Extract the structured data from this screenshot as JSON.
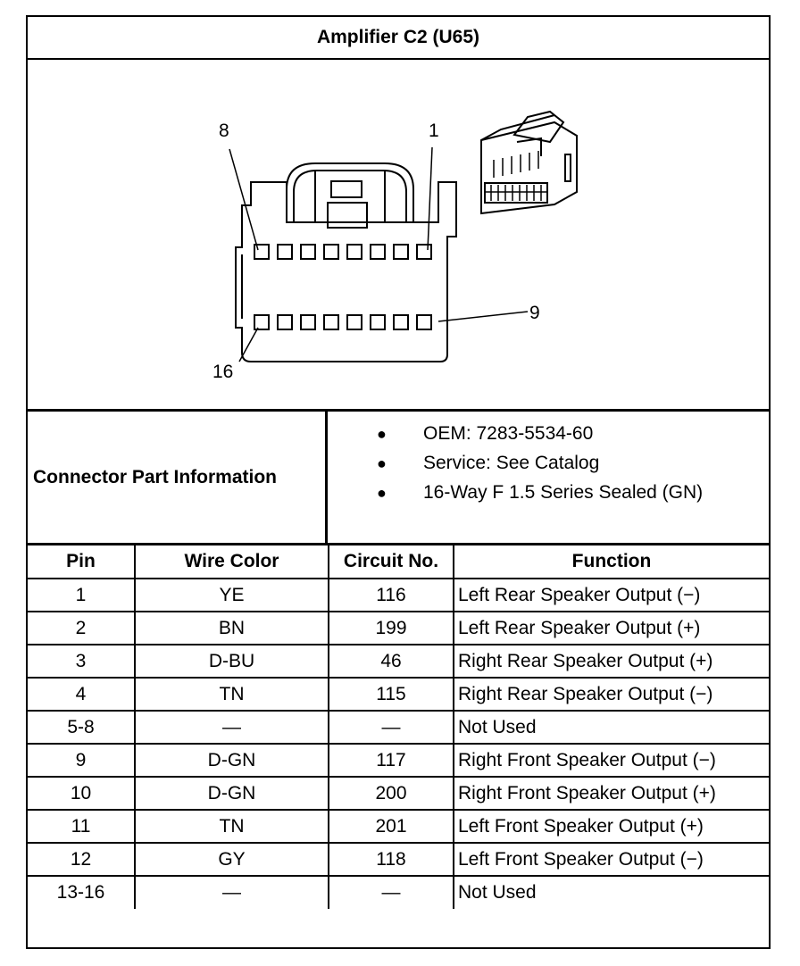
{
  "title": "Amplifier C2 (U65)",
  "diagram": {
    "pin_top_left": "8",
    "pin_top_right": "1",
    "pin_bottom_right": "9",
    "pin_bottom_left": "16"
  },
  "connector_info": {
    "label": "Connector Part Information",
    "items": [
      "OEM: 7283-5534-60",
      "Service: See Catalog",
      "16-Way F 1.5 Series Sealed (GN)"
    ]
  },
  "table": {
    "headers": [
      "Pin",
      "Wire Color",
      "Circuit No.",
      "Function"
    ],
    "rows": [
      {
        "pin": "1",
        "color": "YE",
        "circuit": "116",
        "function": "Left Rear Speaker Output (−)"
      },
      {
        "pin": "2",
        "color": "BN",
        "circuit": "199",
        "function": "Left Rear Speaker Output (+)"
      },
      {
        "pin": "3",
        "color": "D-BU",
        "circuit": "46",
        "function": "Right Rear Speaker Output (+)"
      },
      {
        "pin": "4",
        "color": "TN",
        "circuit": "115",
        "function": "Right Rear Speaker Output (−)"
      },
      {
        "pin": "5-8",
        "color": "—",
        "circuit": "—",
        "function": "Not Used"
      },
      {
        "pin": "9",
        "color": "D-GN",
        "circuit": "117",
        "function": "Right Front Speaker Output (−)"
      },
      {
        "pin": "10",
        "color": "D-GN",
        "circuit": "200",
        "function": "Right Front Speaker Output (+)"
      },
      {
        "pin": "11",
        "color": "TN",
        "circuit": "201",
        "function": "Left Front Speaker Output (+)"
      },
      {
        "pin": "12",
        "color": "GY",
        "circuit": "118",
        "function": "Left Front Speaker Output (−)"
      },
      {
        "pin": "13-16",
        "color": "—",
        "circuit": "—",
        "function": "Not Used"
      }
    ]
  }
}
